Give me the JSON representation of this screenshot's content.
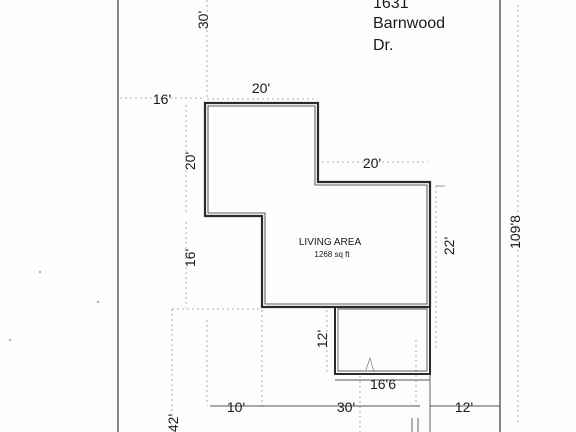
{
  "address": {
    "line1": "1631",
    "line2": "Barnwood",
    "line3": "Dr."
  },
  "room": {
    "name": "LIVING AREA",
    "area": "1268 sq ft"
  },
  "dimensions": {
    "top_setback": "30'",
    "left_setback": "16'",
    "top_width": "20'",
    "upper_left_height": "20'",
    "step_width": "20'",
    "lower_left_height": "16'",
    "right_height": "22'",
    "lot_depth": "109'8",
    "porch_height": "12'",
    "porch_width": "16'6",
    "bottom_left_offset": "10'",
    "bottom_width": "30'",
    "bottom_right_offset": "12'",
    "bottom_setback": "42'"
  },
  "colors": {
    "line": "#2a2a2a",
    "dash": "#9a9a9a"
  }
}
